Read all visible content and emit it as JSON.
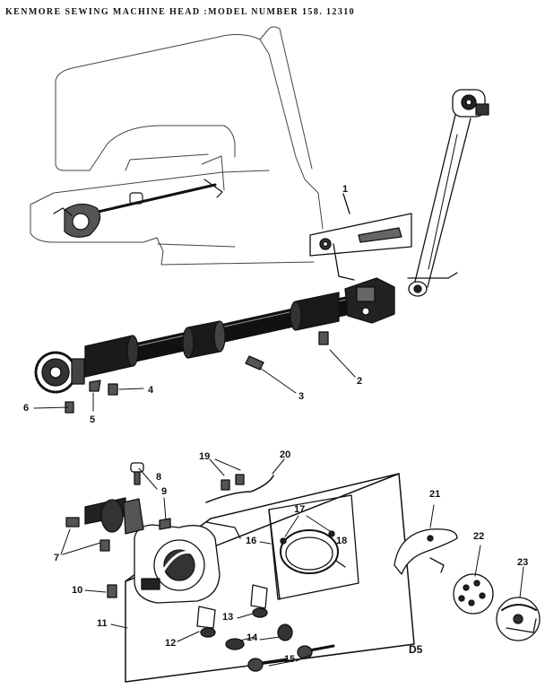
{
  "title": "KENMORE SEWING MACHINE HEAD :MODEL NUMBER 158. 12310",
  "diagram_code": "D5",
  "callouts": [
    "1",
    "2",
    "3",
    "4",
    "5",
    "6",
    "7",
    "8",
    "9",
    "10",
    "11",
    "12",
    "13",
    "14",
    "15",
    "16",
    "17",
    "18",
    "19",
    "20",
    "21",
    "22",
    "23"
  ]
}
